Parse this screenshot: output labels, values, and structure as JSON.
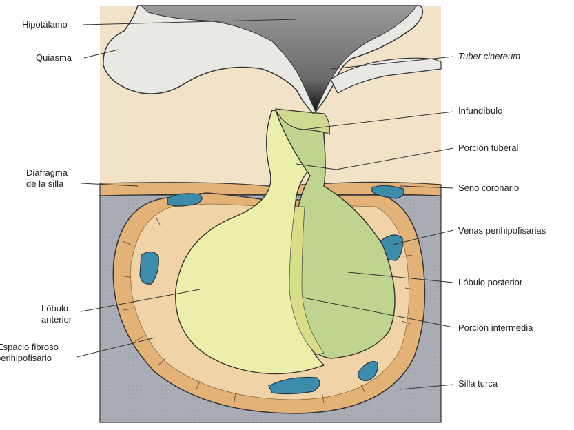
{
  "labels": {
    "hipotalamo": "Hipotálamo",
    "quiasma": "Quiasma",
    "tuber": "Tuber cinereum",
    "infundibulo": "Infundíbulo",
    "porcion_tuberal": "Porción tuberal",
    "diafragma_1": "Diafragma",
    "diafragma_2": "de la silla",
    "seno_coronario": "Seno coronario",
    "venas": "Venas perihipofisarias",
    "lobulo_posterior": "Lóbulo posterior",
    "lobulo_anterior_1": "Lóbulo",
    "lobulo_anterior_2": "anterior",
    "porcion_intermedia": "Porción intermedia",
    "espacio_1": "Espacio fibroso",
    "espacio_2": "perihipofisario",
    "silla_turca": "Silla turca"
  },
  "colors": {
    "brain_bg": "#f2e2c8",
    "bone": "#a7a9b3",
    "fibrous": "#e3b276",
    "fibrous_light": "#f0d3a6",
    "anterior_lobe": "#ecefa9",
    "posterior_lobe": "#bfd48f",
    "vein": "#3d8cab",
    "hypothalamus": "#e8e8e4",
    "ventricle": "#7d7d7d"
  }
}
